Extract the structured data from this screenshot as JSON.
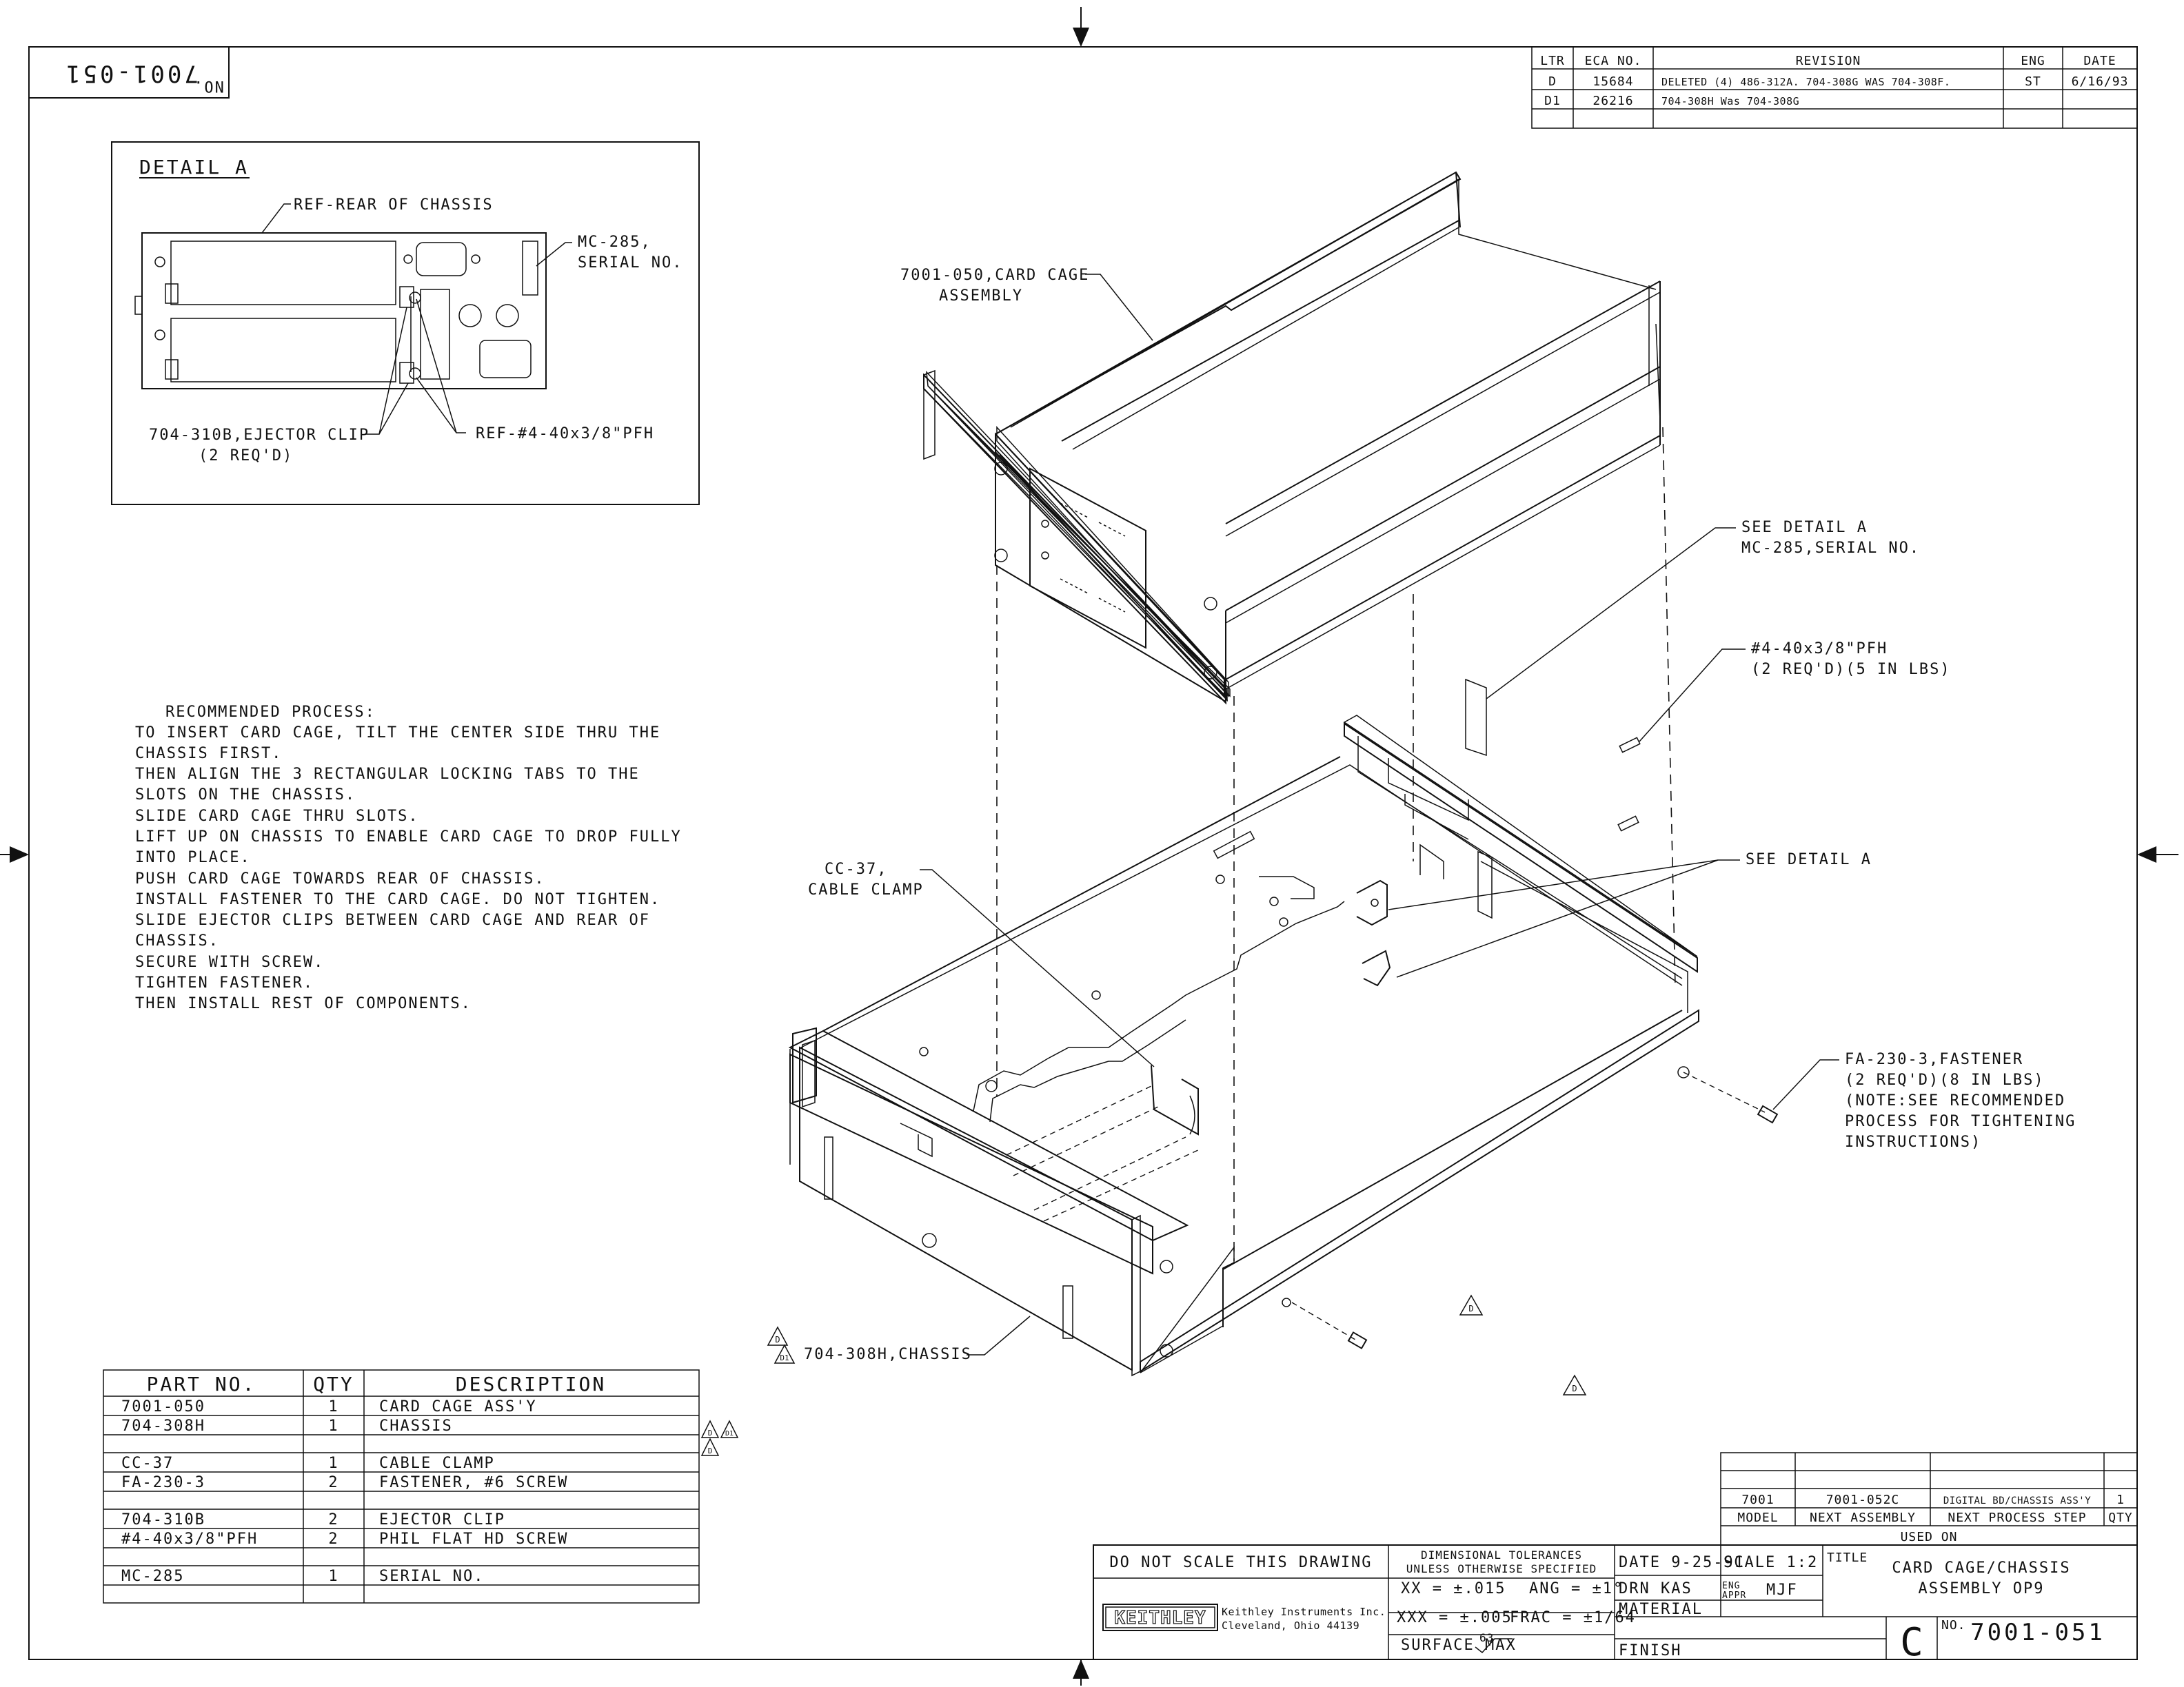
{
  "drawing_no_box": {
    "prefix": "NO.",
    "number": "7001-051"
  },
  "revisions": {
    "headers": [
      "LTR",
      "ECA NO.",
      "REVISION",
      "ENG",
      "DATE"
    ],
    "rows": [
      [
        "D",
        "15684",
        "DELETED (4) 486-312A. 704-308G WAS 704-308F.",
        "ST",
        "6/16/93"
      ],
      [
        "D1",
        "26216",
        "704-308H Was 704-308G",
        "",
        ""
      ]
    ]
  },
  "detail_a": {
    "title": "DETAIL A",
    "callouts": {
      "ref_rear": "REF-REAR OF CHASSIS",
      "mc285_line1": "MC-285,",
      "mc285_line2": "SERIAL NO.",
      "clip_line1": "704-310B,EJECTOR CLIP",
      "clip_line2": "(2 REQ'D)",
      "screw": "REF-#4-40x3/8\"PFH"
    }
  },
  "process": {
    "heading": "RECOMMENDED PROCESS:",
    "lines": [
      "TO INSERT CARD CAGE, TILT THE CENTER SIDE THRU THE",
      "CHASSIS FIRST.",
      "THEN ALIGN THE 3 RECTANGULAR LOCKING TABS TO THE",
      "SLOTS ON THE CHASSIS.",
      "SLIDE CARD CAGE THRU SLOTS.",
      "LIFT UP ON CHASSIS TO ENABLE CARD CAGE TO DROP FULLY",
      "INTO PLACE.",
      "PUSH CARD CAGE TOWARDS REAR OF CHASSIS.",
      "INSTALL FASTENER TO THE CARD CAGE. DO NOT TIGHTEN.",
      "SLIDE EJECTOR CLIPS BETWEEN CARD CAGE AND REAR OF",
      "CHASSIS.",
      "SECURE WITH SCREW.",
      "TIGHTEN FASTENER.",
      "THEN INSTALL REST OF COMPONENTS."
    ]
  },
  "callouts": {
    "card_cage_1": "7001-050,CARD CAGE",
    "card_cage_2": "ASSEMBLY",
    "see_detail_1": "SEE DETAIL A",
    "see_detail_2": "MC-285,SERIAL NO.",
    "pfh_1": "#4-40x3/8\"PFH",
    "pfh_2": "(2 REQ'D)(5 IN LBS)",
    "see_detail_b": "SEE DETAIL A",
    "cc37_1": "CC-37,",
    "cc37_2": "CABLE CLAMP",
    "fa_1": "FA-230-3,FASTENER",
    "fa_2": "(2 REQ'D)(8 IN LBS)",
    "fa_3": "(NOTE:SEE RECOMMENDED",
    "fa_4": "PROCESS FOR TIGHTENING",
    "fa_5": "INSTRUCTIONS)",
    "chassis": "704-308H,CHASSIS",
    "rev_flag": "D",
    "rev_flag_1": "D1"
  },
  "parts_list": {
    "headers": [
      "PART NO.",
      "QTY",
      "DESCRIPTION"
    ],
    "rows": [
      [
        "7001-050",
        "1",
        "CARD CAGE ASS'Y"
      ],
      [
        "704-308H",
        "1",
        "CHASSIS"
      ],
      [
        "",
        "",
        ""
      ],
      [
        "CC-37",
        "1",
        "CABLE CLAMP"
      ],
      [
        "FA-230-3",
        "2",
        "FASTENER, #6 SCREW"
      ],
      [
        "",
        "",
        ""
      ],
      [
        "704-310B",
        "2",
        "EJECTOR CLIP"
      ],
      [
        "#4-40x3/8\"PFH",
        "2",
        "PHIL FLAT HD SCREW"
      ],
      [
        "",
        "",
        ""
      ],
      [
        "MC-285",
        "1",
        "SERIAL NO."
      ],
      [
        "",
        "",
        ""
      ]
    ]
  },
  "used_on": {
    "values": [
      "7001",
      "7001-052C",
      "DIGITAL BD/CHASSIS ASS'Y",
      "1"
    ],
    "headers": [
      "MODEL",
      "NEXT ASSEMBLY",
      "NEXT PROCESS STEP",
      "QTY"
    ],
    "caption": "USED ON"
  },
  "title_block": {
    "no_scale": "DO NOT SCALE THIS DRAWING",
    "tol_1": "DIMENSIONAL TOLERANCES",
    "tol_2": "UNLESS OTHERWISE SPECIFIED",
    "xx": "XX = ±.015",
    "ang": "ANG = ±1°",
    "xxx": "XXX = ±.005",
    "frac": "FRAC = ±1/64",
    "surface": "SURFACE MAX",
    "surface_val": "63",
    "logo": "KEITHLEY",
    "company_1": "Keithley Instruments Inc.",
    "company_2": "Cleveland, Ohio 44139",
    "date": "DATE 9-25-91",
    "drn": "DRN  KAS",
    "eng": "ENG",
    "appr": "APPR",
    "appr_val": "MJF",
    "scale": "SCALE 1:2",
    "title_label": "TITLE",
    "title_1": "CARD CAGE/CHASSIS",
    "title_2": "ASSEMBLY  OP9",
    "material": "MATERIAL",
    "finish": "FINISH",
    "size": "C",
    "no_label": "NO.",
    "number": "7001-051"
  }
}
